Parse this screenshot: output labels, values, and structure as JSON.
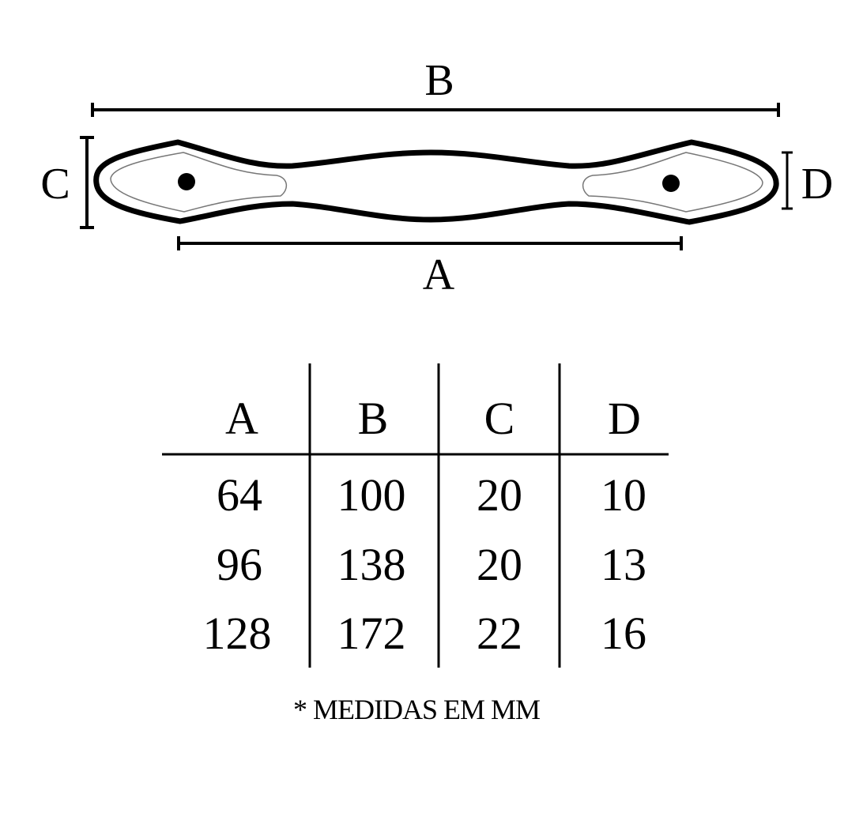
{
  "diagram": {
    "labels": {
      "a": "A",
      "b": "B",
      "c": "C",
      "d": "D"
    }
  },
  "table": {
    "headers": [
      "A",
      "B",
      "C",
      "D"
    ],
    "rows": [
      [
        "64",
        "100",
        "20",
        "10"
      ],
      [
        "96",
        "138",
        "20",
        "13"
      ],
      [
        "128",
        "172",
        "22",
        "16"
      ]
    ]
  },
  "footnote": "* MEDIDAS EM MM"
}
